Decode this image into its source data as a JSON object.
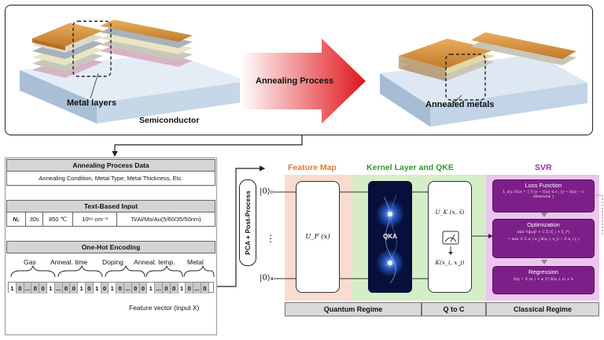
{
  "top_panel": {
    "metal_layers_label": "Metal layers",
    "semiconductor_label": "Semiconductor",
    "process_label": "Annealing Process",
    "annealed_label": "Annealed metals"
  },
  "left_panel": {
    "data_header": "Annealing Process Data",
    "data_row": "Annealing Condition, Metal Type, Metal Thickness, Etc.",
    "text_header": "Text-Based Input",
    "text_cells": [
      "N₂",
      "30s",
      "850 ℃",
      "10¹⁸ cm⁻³",
      "Ti/Al/Mo/Au(5/60/35/50nm)"
    ],
    "onehot_header": "One-Hot Encoding",
    "categories": [
      "Gas",
      "Anneal. time",
      "Doping",
      "Anneal. temp.",
      "Metal"
    ],
    "bits": [
      "1",
      "0",
      "...",
      "0",
      "0",
      "1",
      "...",
      "0",
      "0",
      "1",
      "0",
      "1",
      "0",
      "1",
      "0",
      "...",
      "0",
      "0",
      "1",
      "...",
      "0",
      "0",
      "1",
      "0",
      "...",
      "0"
    ],
    "feature_caption": "Feature vector (input X)"
  },
  "middle": {
    "pca_label": "PCA + Post-Process",
    "ket_top": "|0⟩₀",
    "ket_bottom": "|0⟩₄",
    "dots": "⋮"
  },
  "quantum": {
    "feature_map_title": "Feature Map",
    "kernel_title": "Kernel Layer and QKE",
    "svr_title": "SVR",
    "uf_label": "U_F (x)",
    "qka_label": "QKA",
    "uk_label": "U_K (x, x̃)",
    "k_label": "K(x_i, x_j)"
  },
  "svr": {
    "loss_title": "Loss Function",
    "loss_formula": "L_ε(y, f(x)) = { 0  |y − f(x)| ≤ ε ; |y − f(x)| − ε  otherwise }",
    "opt_title": "Optimization",
    "opt_formula_1": "min ½‖ω‖² + C Σ (ξ_i + ξ_i*)",
    "opt_formula_2": "= min ½ Σ α_i α_j K(x_i, x_j) − Σ α_i y_i",
    "reg_title": "Regression",
    "reg_formula": "f(x) = Σ (α_i + α_i*) K(x_i, x) + b"
  },
  "bottom_labels": {
    "quantum_regime": "Quantum Regime",
    "q_to_c": "Q to C",
    "classical_regime": "Classical Regime"
  },
  "colors": {
    "feature_map_bg": "#f9dccf",
    "kernel_bg": "#d5eec8",
    "svr_bg": "#ecc6ee",
    "svr_box": "#7d1f88",
    "feature_map_title": "#e07a3a",
    "kernel_title": "#2d9a2d",
    "svr_title": "#9b2ca3"
  }
}
